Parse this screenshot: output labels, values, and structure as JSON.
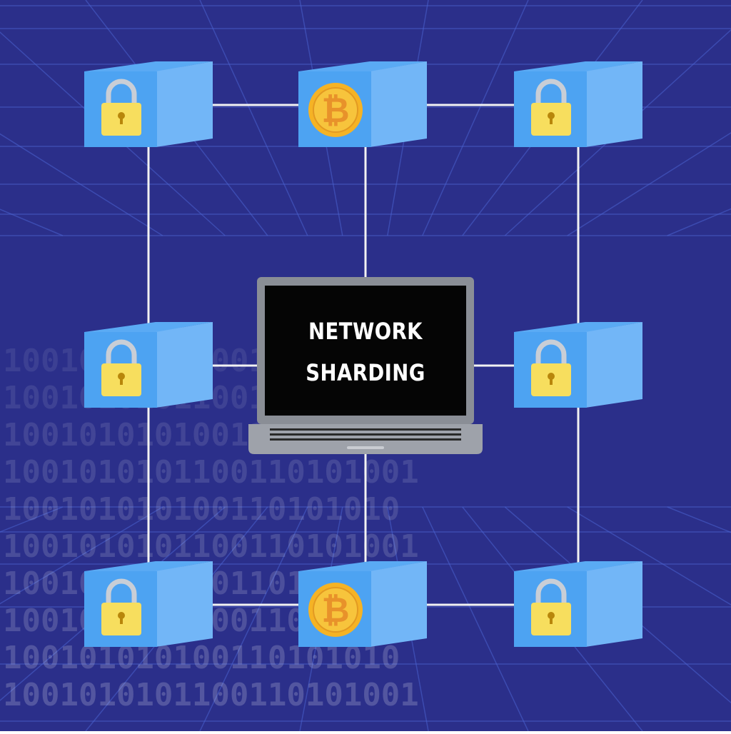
{
  "diagram": {
    "title_lines": [
      "NETWORK",
      "SHARDING"
    ],
    "background_binary": [
      "1001010101100110101001",
      "1001010101100110101001",
      "100101010100110101010",
      "1001010101100110101001",
      "100101010100110101010",
      "1001010101100110101001",
      "100101010100110101010",
      "1001010101100110101001",
      "100101010100110101010",
      "1001010101100110101001"
    ],
    "nodes": [
      {
        "id": "n00",
        "icon": "padlock-icon"
      },
      {
        "id": "n01",
        "icon": "bitcoin-icon"
      },
      {
        "id": "n02",
        "icon": "padlock-icon"
      },
      {
        "id": "n10",
        "icon": "padlock-icon"
      },
      {
        "id": "n12",
        "icon": "padlock-icon"
      },
      {
        "id": "n20",
        "icon": "padlock-icon"
      },
      {
        "id": "n21",
        "icon": "bitcoin-icon"
      },
      {
        "id": "n22",
        "icon": "padlock-icon"
      }
    ],
    "colors": {
      "background": "#2b2f8a",
      "grid": "#4a63d0",
      "cube_front": "#4da3f2",
      "cube_side": "#72b6f7",
      "cube_top": "#5aaaf4",
      "padlock_body": "#f7de5e",
      "padlock_shackle": "#c9ced6",
      "coin": "#f5b325",
      "coin_inner": "#f7c43c",
      "coin_symbol": "#e8922a",
      "connector": "#f2f2f2",
      "screen": "#050505",
      "laptop_frame": "#8a8e96",
      "laptop_base": "#9ea2aa"
    }
  }
}
